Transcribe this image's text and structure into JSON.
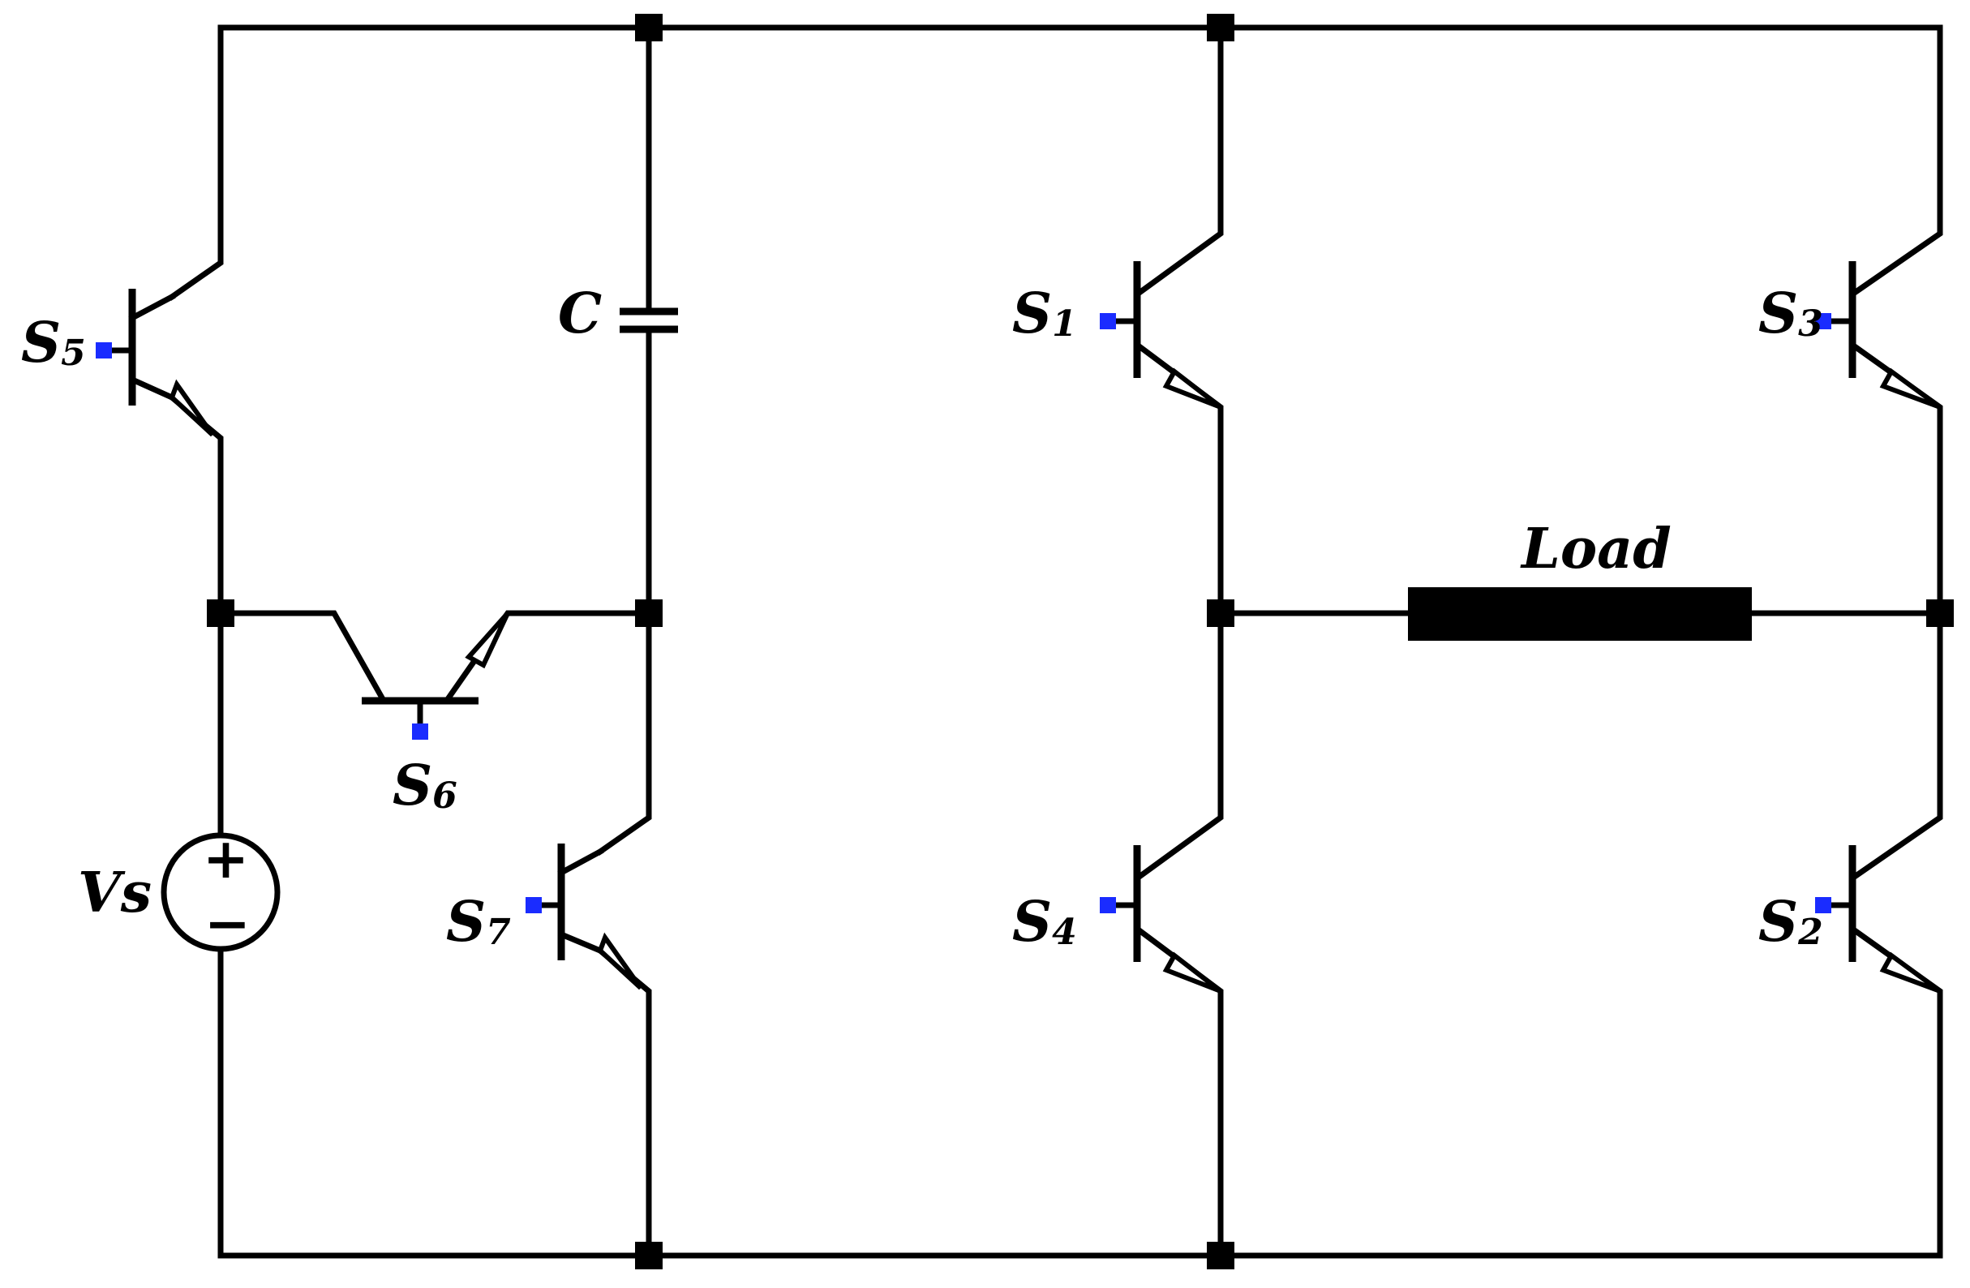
{
  "source": {
    "label": "Vs",
    "plus": "+",
    "minus": "−"
  },
  "capacitor": {
    "label": "C"
  },
  "load": {
    "label": "Load"
  },
  "switches": {
    "s1": {
      "main": "S",
      "sub": "1"
    },
    "s2": {
      "main": "S",
      "sub": "2"
    },
    "s3": {
      "main": "S",
      "sub": "3"
    },
    "s4": {
      "main": "S",
      "sub": "4"
    },
    "s5": {
      "main": "S",
      "sub": "5"
    },
    "s6": {
      "main": "S",
      "sub": "6"
    },
    "s7": {
      "main": "S",
      "sub": "7"
    }
  },
  "colors": {
    "wire": "#000000",
    "gate_terminal": "#1a2cff",
    "background": "#ffffff"
  }
}
